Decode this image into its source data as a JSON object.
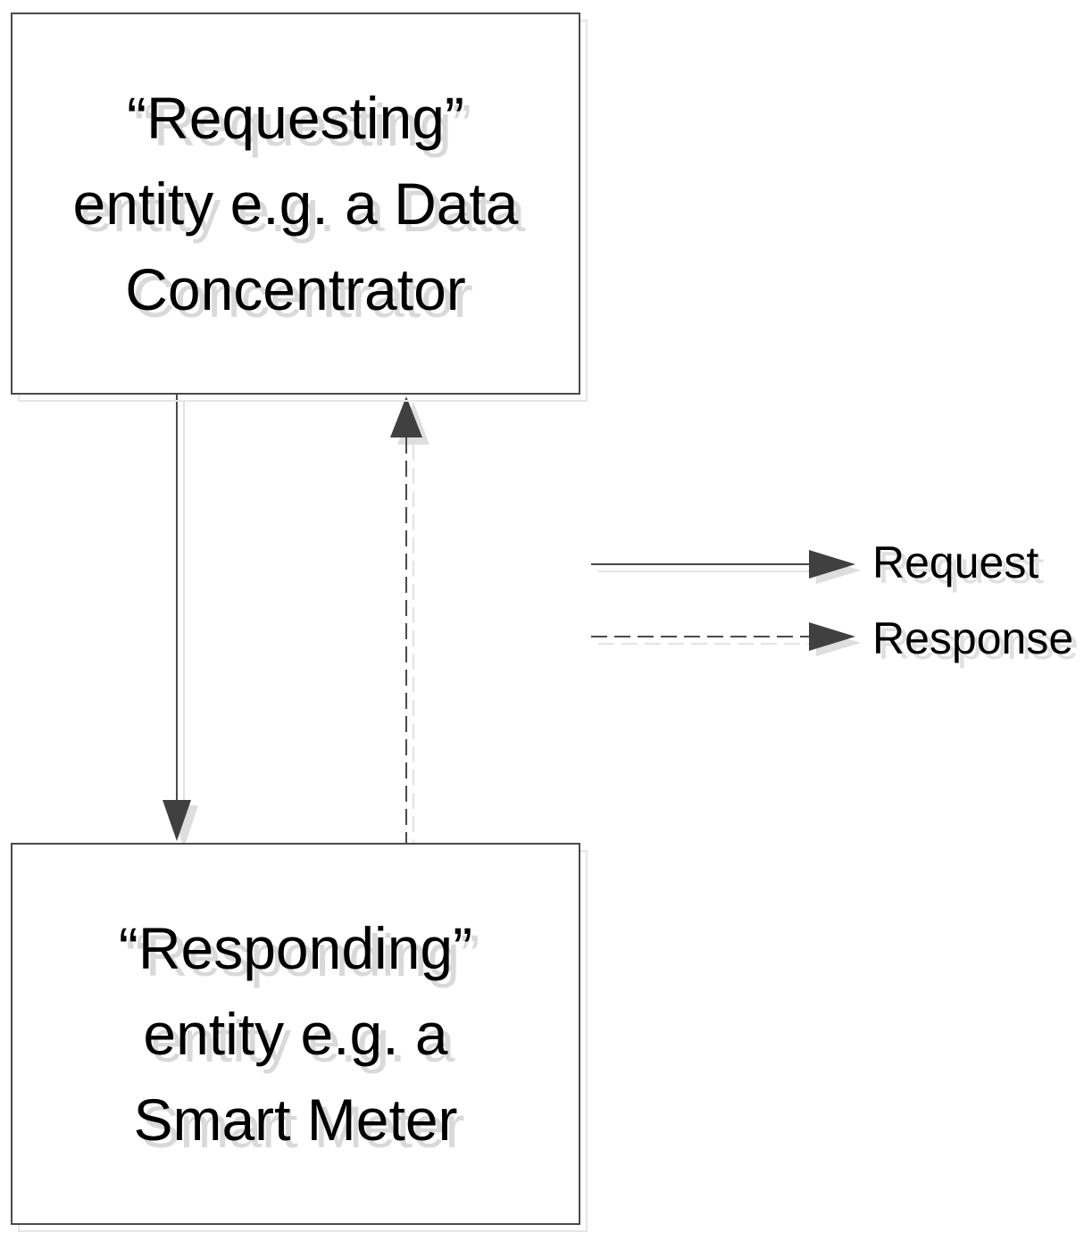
{
  "boxes": {
    "requesting": {
      "lines": [
        "“Requesting”",
        "entity e.g. a Data",
        "Concentrator"
      ]
    },
    "responding": {
      "lines": [
        "“Responding”",
        "entity e.g. a",
        "Smart Meter"
      ]
    }
  },
  "legend": {
    "request_label": "Request",
    "response_label": "Response"
  },
  "colors": {
    "line": "#4a4a4a",
    "arrowhead": "#404040",
    "shadow": "#d9d9d9"
  }
}
